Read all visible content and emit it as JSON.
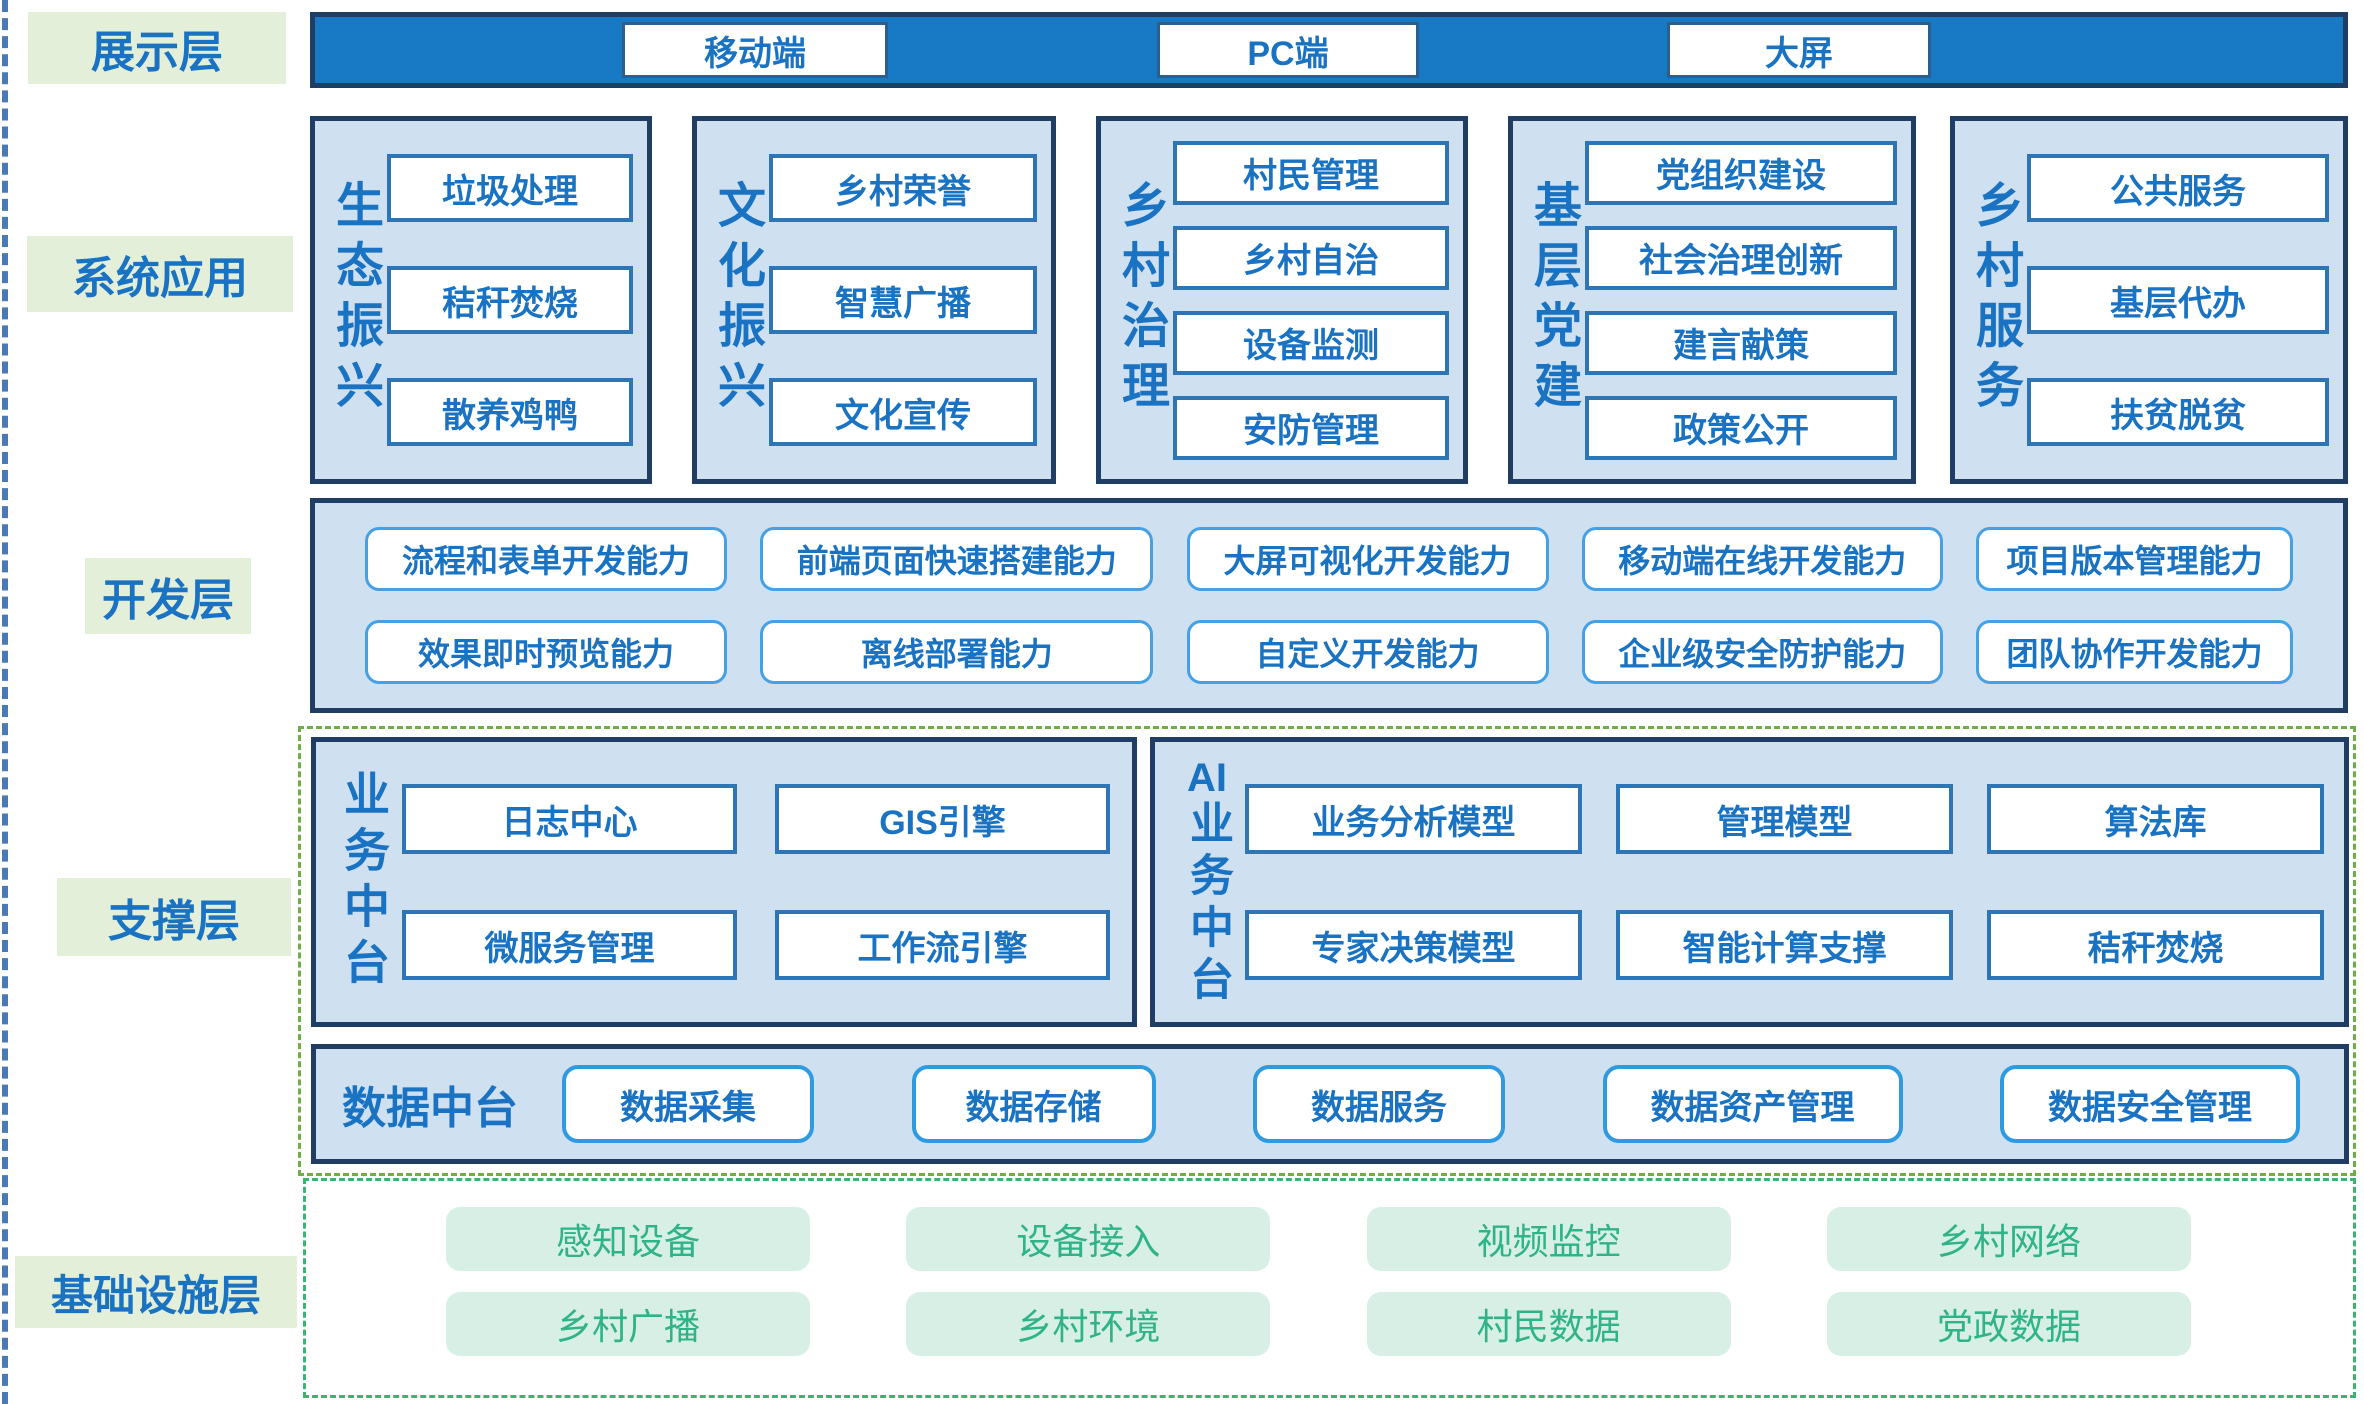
{
  "colors": {
    "label_bg": "#e3efd9",
    "primary_blue_text": "#1a73c2",
    "top_bar_fill": "#1879c5",
    "navy_border": "#203e63",
    "panel_fill": "#cfe0f1",
    "item_border_blue": "#2e75b6",
    "rounded_border_blue": "#45a0e5",
    "support_dashed_green": "#6fae46",
    "infra_dashed_green": "#3cb371",
    "infra_item_fill": "#d7efe4",
    "infra_item_text": "#2fb388"
  },
  "layers": {
    "display": {
      "label": "展示层",
      "terminals": [
        "移动端",
        "PC端",
        "大屏"
      ]
    },
    "application": {
      "label": "系统应用",
      "groups": [
        {
          "title": "生态振兴",
          "items": [
            "垃圾处理",
            "秸秆焚烧",
            "散养鸡鸭"
          ]
        },
        {
          "title": "文化振兴",
          "items": [
            "乡村荣誉",
            "智慧广播",
            "文化宣传"
          ]
        },
        {
          "title": "乡村治理",
          "items": [
            "村民管理",
            "乡村自治",
            "设备监测",
            "安防管理"
          ]
        },
        {
          "title": "基层党建",
          "items": [
            "党组织建设",
            "社会治理创新",
            "建言献策",
            "政策公开"
          ]
        },
        {
          "title": "乡村服务",
          "items": [
            "公共服务",
            "基层代办",
            "扶贫脱贫"
          ]
        }
      ]
    },
    "development": {
      "label": "开发层",
      "rows": [
        [
          "流程和表单开发能力",
          "前端页面快速搭建能力",
          "大屏可视化开发能力",
          "移动端在线开发能力",
          "项目版本管理能力"
        ],
        [
          "效果即时预览能力",
          "离线部署能力",
          "自定义开发能力",
          "企业级安全防护能力",
          "团队协作开发能力"
        ]
      ]
    },
    "support": {
      "label": "支撑层",
      "business": {
        "title": "业务中台",
        "items": [
          "日志中心",
          "GIS引擎",
          "微服务管理",
          "工作流引擎"
        ]
      },
      "ai": {
        "prefix": "AI",
        "title": "业务中台",
        "items": [
          "业务分析模型",
          "管理模型",
          "算法库",
          "专家决策模型",
          "智能计算支撑",
          "秸秆焚烧"
        ]
      },
      "data": {
        "title": "数据中台",
        "items": [
          "数据采集",
          "数据存储",
          "数据服务",
          "数据资产管理",
          "数据安全管理"
        ]
      }
    },
    "infrastructure": {
      "label": "基础设施层",
      "rows": [
        [
          "感知设备",
          "设备接入",
          "视频监控",
          "乡村网络"
        ],
        [
          "乡村广播",
          "乡村环境",
          "村民数据",
          "党政数据"
        ]
      ]
    }
  }
}
